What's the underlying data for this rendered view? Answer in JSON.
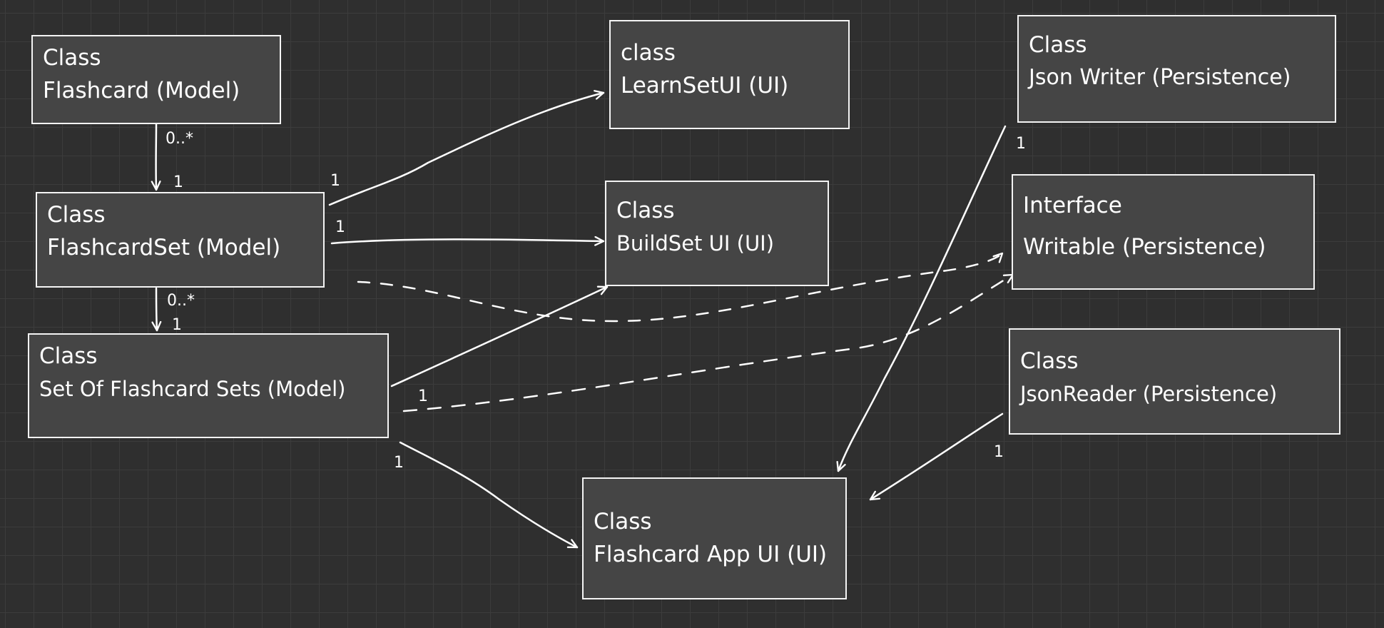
{
  "boxes": {
    "flashcard": {
      "kind": "Class",
      "name": "Flashcard (Model)"
    },
    "flashcard_set": {
      "kind": "Class",
      "name": "FlashcardSet (Model)"
    },
    "set_of_flashcard_sets": {
      "kind": "Class",
      "name": "Set Of Flashcard Sets (Model)"
    },
    "learn_set_ui": {
      "kind": "class",
      "name": "LearnSetUI (UI)"
    },
    "build_set_ui": {
      "kind": "Class",
      "name": "BuildSet UI (UI)"
    },
    "flashcard_app_ui": {
      "kind": "Class",
      "name": "Flashcard App UI (UI)"
    },
    "json_writer": {
      "kind": "Class",
      "name": "Json Writer (Persistence)"
    },
    "writable": {
      "kind": "Interface",
      "name": "Writable (Persistence)"
    },
    "json_reader": {
      "kind": "Class",
      "name": "JsonReader (Persistence)"
    }
  },
  "multiplicities": {
    "flashcard_to_set_many": "0..*",
    "flashcard_to_set_one": "1",
    "set_to_sets_many": "0..*",
    "set_to_sets_one": "1",
    "set_to_learn": "1",
    "set_to_build": "1",
    "sets_to_writable": "1",
    "sets_to_app": "1",
    "writer_to_app": "1",
    "reader_to_app": "1"
  }
}
